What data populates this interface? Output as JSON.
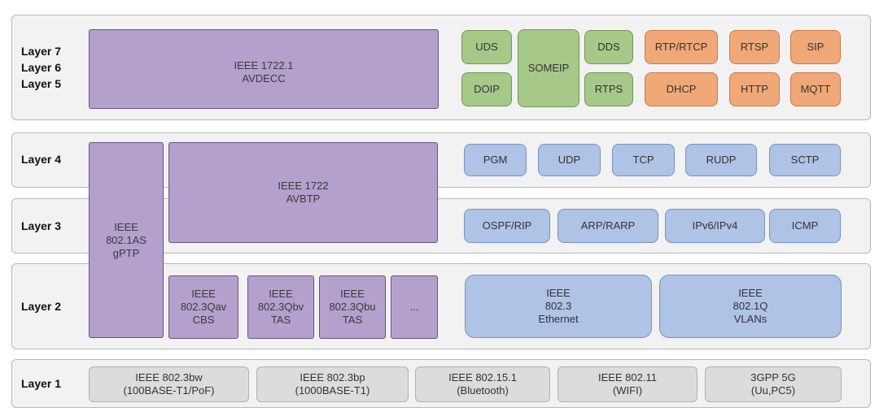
{
  "layers": {
    "l7": "Layer 7",
    "l6": "Layer 6",
    "l5": "Layer 5",
    "l4": "Layer 4",
    "l3": "Layer 3",
    "l2": "Layer 2",
    "l1": "Layer 1"
  },
  "avdecc": "IEEE 1722.1\nAVDECC",
  "avbtp": "IEEE 1722\nAVBTP",
  "gptp": "IEEE\n802.1AS\ngPTP",
  "app_green": {
    "uds": "UDS",
    "doip": "DOIP",
    "someip": "SOMEIP",
    "dds": "DDS",
    "rtps": "RTPS"
  },
  "app_orange": {
    "rtp": "RTP/RTCP",
    "rtsp": "RTSP",
    "sip": "SIP",
    "dhcp": "DHCP",
    "http": "HTTP",
    "mqtt": "MQTT"
  },
  "transport": [
    "PGM",
    "UDP",
    "TCP",
    "RUDP",
    "SCTP"
  ],
  "network": [
    "OSPF/RIP",
    "ARP/RARP",
    "IPv6/IPv4",
    "ICMP"
  ],
  "tsn": {
    "cbs": "IEEE\n802.3Qav\nCBS",
    "tas1": "IEEE\n802.3Qbv\nTAS",
    "tas2": "IEEE\n802.3Qbu\nTAS",
    "more": "..."
  },
  "datalink": {
    "ethernet": "IEEE\n802.3\nEthernet",
    "vlan": "IEEE\n802.1Q\nVLANs"
  },
  "physical": [
    "IEEE 802.3bw\n(100BASE-T1/PoF)",
    "IEEE 802.3bp\n(1000BASE-T1)",
    "IEEE 802.15.1\n(Bluetooth)",
    "IEEE 802.11\n(WIFI)",
    "3GPP 5G\n(Uu,PC5)"
  ],
  "colors": {
    "purple": "#b4a0cc",
    "green": "#a6c98a",
    "orange": "#f0a878",
    "blue": "#afc3e6",
    "gray": "#dcdcdc"
  }
}
